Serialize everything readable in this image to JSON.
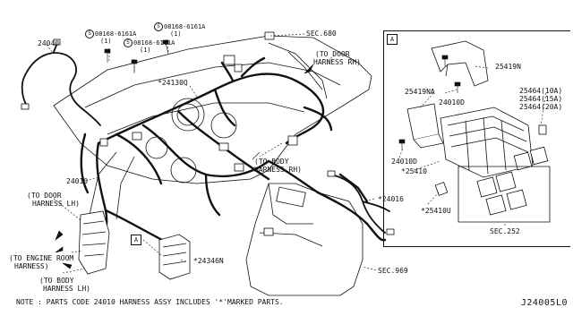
{
  "labels": {
    "p24040": "24040",
    "bolt1_code": "08168-6161A",
    "bolt1_qty": "(1)",
    "bolt2_code": "08168-6161A",
    "bolt2_qty": "(1)",
    "bolt3_code": "08168-6161A",
    "bolt3_qty": "(1)",
    "sec680": "SEC.680",
    "to_door_rh_1": "(TO DOOR",
    "to_door_rh_2": "HARNESS RH)",
    "p24130q": "24130Q",
    "to_body_rh_1": "(TO BODY",
    "to_body_rh_2": "HARNESS RH)",
    "p24010": "24010",
    "to_door_lh_1": "(TO DOOR",
    "to_door_lh_2": "HARNESS LH)",
    "p24016": "24016",
    "to_engine_1": "(TO ENGINE ROOM",
    "to_engine_2": "HARNESS)",
    "to_body_lh_1": "(TO BODY",
    "to_body_lh_2": "HARNESS LH)",
    "p24346n": "24346N",
    "sec969": "SEC.969",
    "p25419n": "25419N",
    "p25419na": "25419NA",
    "p24010d_a": "24010D",
    "p24010d_b": "24010D",
    "p25410": "25410",
    "p25410u": "25410U",
    "p25464_10a": "25464(10A)",
    "p25464_15a": "25464(15A)",
    "p25464_20a": "25464(20A)",
    "sec252": "SEC.252",
    "ref_a_main": "A",
    "ref_a_inset": "A",
    "s_mark": "S",
    "star": "*"
  },
  "note": "NOTE : PARTS CODE 24010 HARNESS ASSY INCLUDES '*'MARKED PARTS.",
  "diagram_code": "J24005L0"
}
